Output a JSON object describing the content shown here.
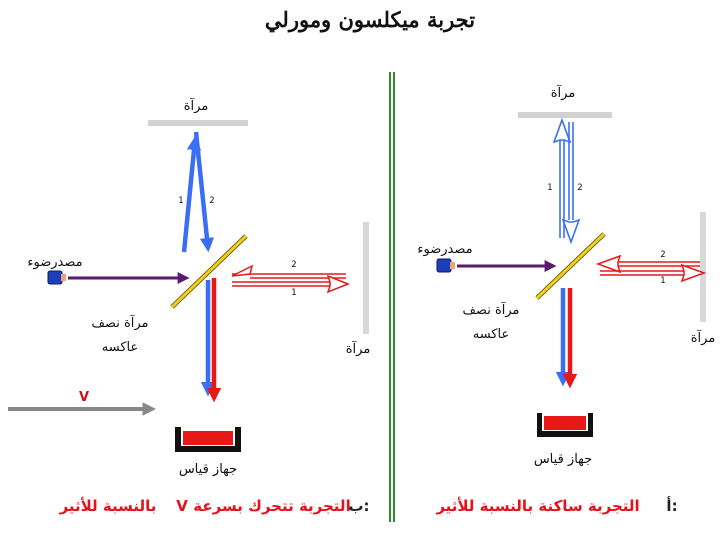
{
  "title": "تجربة ميكلسون ومورلي",
  "left_panel": {
    "top_mirror_label": "مرآة",
    "side_mirror_label": "مرآة",
    "source_label": "مصدرضوء",
    "half_mirror_label_1": "مرآة نصف",
    "half_mirror_label_2": "عاكسه",
    "detector_label": "جهاز قياس",
    "velocity_label": "V",
    "vertical_beam_labels": [
      "1",
      "2"
    ],
    "horizontal_beam_labels": [
      "2",
      "1"
    ],
    "caption_prefix": "ب:",
    "caption_text": "التجربة تتحرك بسرعة",
    "caption_v": "V",
    "caption_suffix": "بالنسبة للأثير"
  },
  "right_panel": {
    "top_mirror_label": "مرآة",
    "side_mirror_label": "مرآة",
    "source_label": "مصدرضوء",
    "half_mirror_label_1": "مرآة نصف",
    "half_mirror_label_2": "عاكسه",
    "detector_label": "جهاز قياس",
    "vertical_beam_labels": [
      "1",
      "2"
    ],
    "horizontal_beam_labels": [
      "2",
      "1"
    ],
    "caption_prefix": "أ:",
    "caption_text": "التجربة ساكنة بالنسبة للأثير"
  },
  "colors": {
    "beam_blue": "#3a6ff5",
    "beam_red": "#e81818",
    "source_beam": "#5a1a6e",
    "half_mirror": "#f0cf1a",
    "detector": "#e81818",
    "divider": "#2e8b2e",
    "caption": "#e8101a",
    "velocity_arrow": "#888888"
  }
}
